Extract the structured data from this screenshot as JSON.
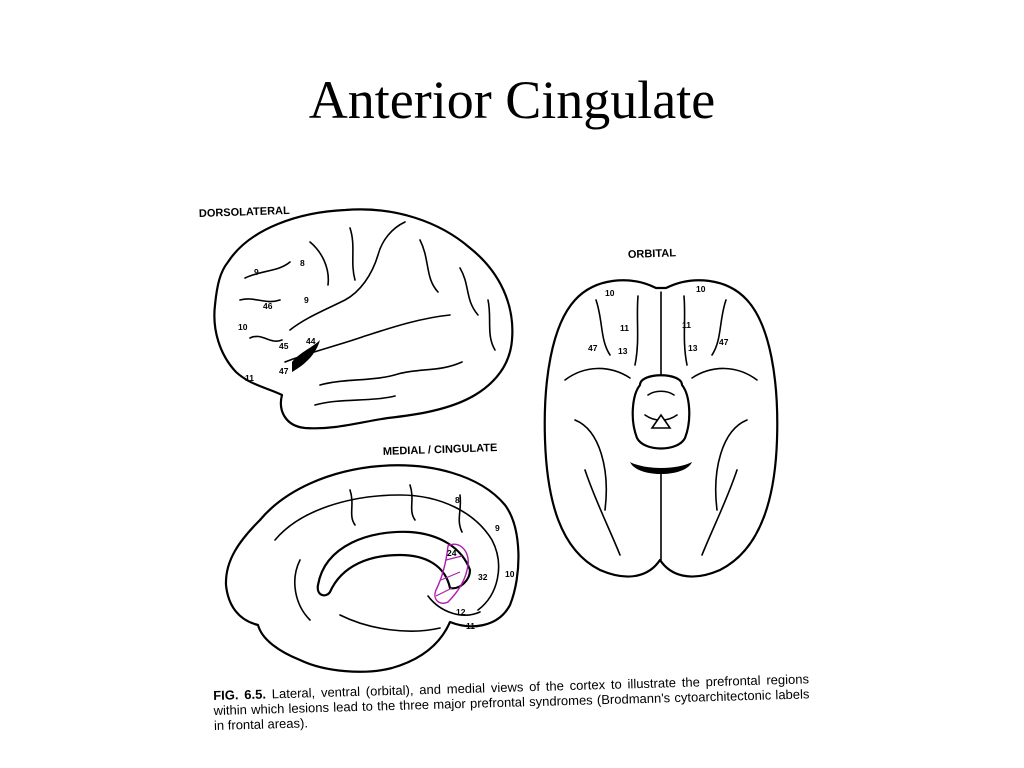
{
  "slide": {
    "title": "Anterior Cingulate"
  },
  "figure": {
    "panels": {
      "dorsolateral": {
        "label": "DORSOLATERAL",
        "areas": [
          "9",
          "8",
          "46",
          "9",
          "10",
          "44",
          "45",
          "47",
          "11"
        ]
      },
      "orbital": {
        "label": "ORBITAL",
        "areas": [
          "10",
          "10",
          "11",
          "11",
          "47",
          "13",
          "13",
          "47"
        ]
      },
      "medial": {
        "label": "MEDIAL / CINGULATE",
        "areas": [
          "8",
          "9",
          "10",
          "24",
          "32",
          "12",
          "11"
        ]
      }
    },
    "annotation_color": "#b01cb0",
    "caption": {
      "fig_label": "FIG. 6.5.",
      "text": "Lateral, ventral (orbital), and medial views of the cortex to illustrate the prefrontal regions within which lesions lead to the three major prefrontal syndromes (Brodmann's cytoarchitectonic labels in frontal areas)."
    }
  }
}
